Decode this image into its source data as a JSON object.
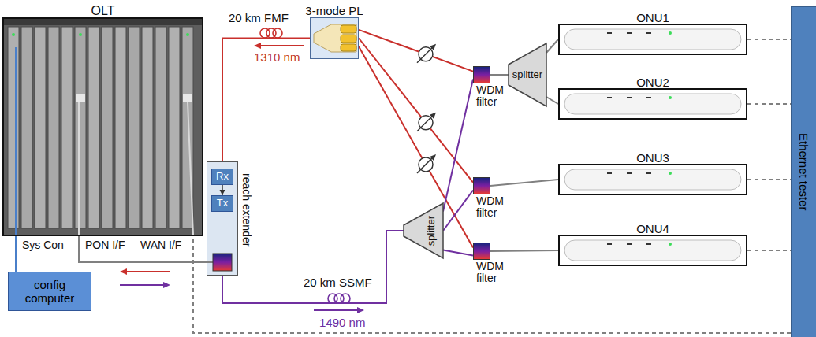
{
  "diagram": {
    "nodes": [
      {
        "text": [
          "OLT"
        ]
      },
      {
        "text": [
          "config computer"
        ]
      },
      {
        "text": [
          "reach extender"
        ]
      },
      {
        "text": [
          "Rx"
        ],
        "in": 2
      },
      {
        "text": [
          "Tx"
        ],
        "in": 2
      },
      {
        "text": [
          "3-mode PL"
        ]
      },
      {
        "text": [
          "WDM filter"
        ]
      },
      {
        "text": [
          "splitter"
        ]
      },
      {
        "text": [
          "ONU1"
        ]
      },
      {
        "text": [
          "ONU2"
        ]
      },
      {
        "text": [
          "WDM filter"
        ]
      },
      {
        "text": [
          "ONU3"
        ]
      },
      {
        "text": [
          "WDM filter"
        ]
      },
      {
        "text": [
          "ONU4"
        ]
      },
      {
        "text": [
          "splitter"
        ]
      },
      {
        "text": [
          "Ethernet tester"
        ]
      }
    ],
    "edges": [
      {
        "from": 1,
        "to": 0,
        "arrow": "none"
      },
      {
        "from": 0,
        "to": 2,
        "arrow": "none"
      },
      {
        "from": 3,
        "to": 4,
        "arrow": "to"
      },
      {
        "from": 2,
        "to": 5,
        "arrow": "none"
      },
      {
        "from": 5,
        "to": 6,
        "arrow": "none"
      },
      {
        "from": 5,
        "to": 10,
        "arrow": "none"
      },
      {
        "from": 5,
        "to": 12,
        "arrow": "none"
      },
      {
        "from": 2,
        "to": 14,
        "arrow": "none"
      },
      {
        "from": 14,
        "to": 6,
        "arrow": "none"
      },
      {
        "from": 14,
        "to": 10,
        "arrow": "none"
      },
      {
        "from": 14,
        "to": 12,
        "arrow": "none"
      },
      {
        "from": 6,
        "to": 7,
        "arrow": "none"
      },
      {
        "from": 7,
        "to": 8,
        "arrow": "none"
      },
      {
        "from": 7,
        "to": 9,
        "arrow": "none"
      },
      {
        "from": 10,
        "to": 11,
        "arrow": "none"
      },
      {
        "from": 12,
        "to": 13,
        "arrow": "none"
      },
      {
        "from": 8,
        "to": 15,
        "arrow": "none"
      },
      {
        "from": 9,
        "to": 15,
        "arrow": "none"
      },
      {
        "from": 11,
        "to": 15,
        "arrow": "none"
      },
      {
        "from": 13,
        "to": 15,
        "arrow": "none"
      },
      {
        "from": 15,
        "to": 0,
        "arrow": "none"
      }
    ],
    "labels": [
      "Sys Con",
      "PON I/F",
      "WAN I/F",
      "20 km FMF",
      "1310 nm",
      "20 km SSMF",
      "1490 nm"
    ]
  }
}
